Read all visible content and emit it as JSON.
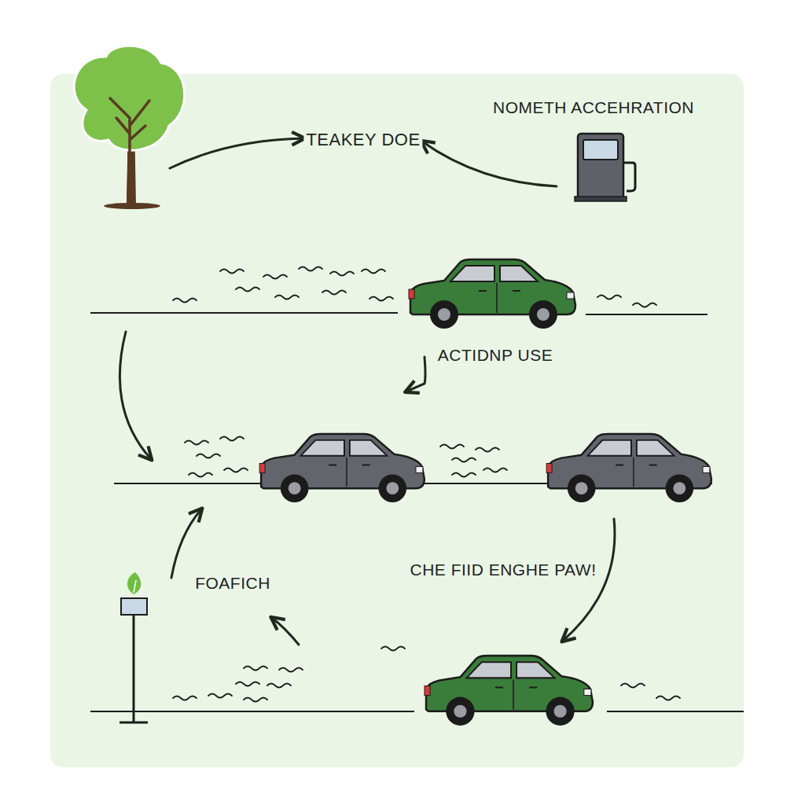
{
  "diagram": {
    "labels": [
      "TEAKEY DOE",
      "NOMETH ACCEHRATION",
      "ACTIDNP USE",
      "CHE FIID ENGHE PAW!",
      "FOAFICH"
    ]
  }
}
